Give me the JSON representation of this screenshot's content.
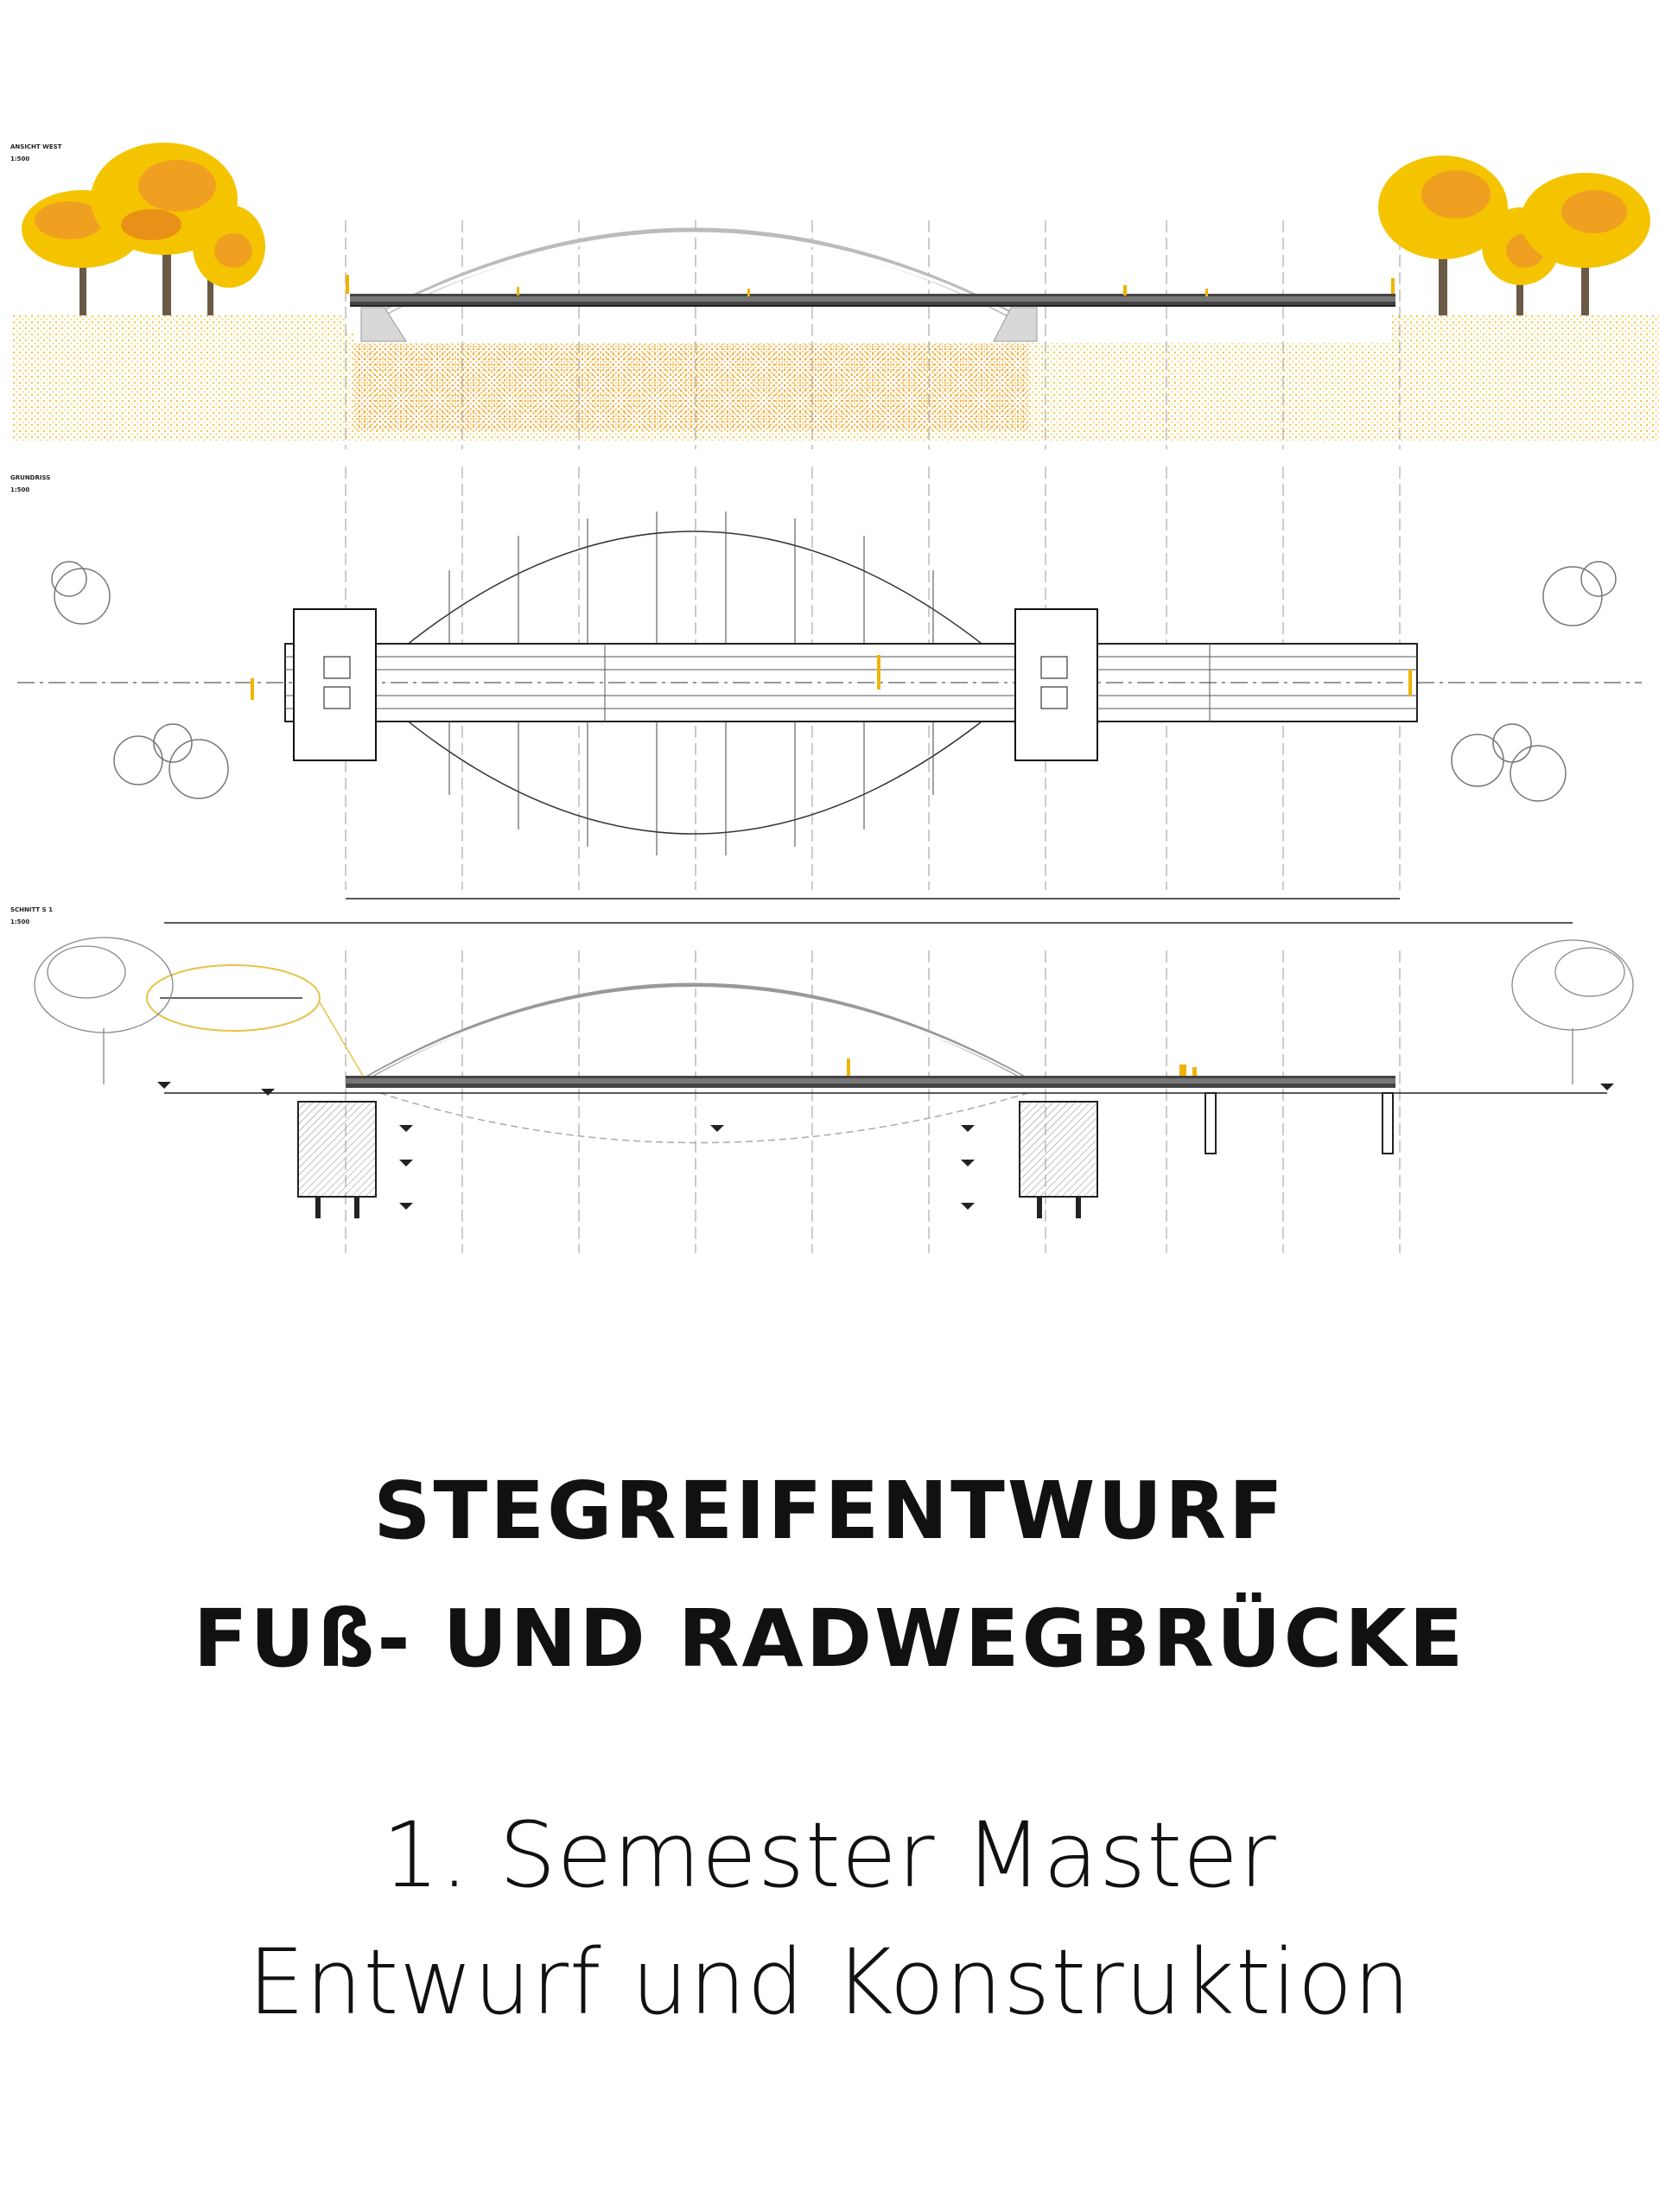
{
  "sheet": {
    "views": [
      {
        "name": "ANSICHT WEST",
        "scale": "1:500"
      },
      {
        "name": "GRUNDRISS",
        "scale": "1:500"
      },
      {
        "name": "SCHNITT S 1",
        "scale": "1:500"
      }
    ]
  },
  "caption": {
    "title_line_1": "STEGREIFENTWURF",
    "title_line_2": "FUß- UND RADWEGBRÜCKE",
    "subtitle_line_1": "1. Semester Master",
    "subtitle_line_2": "Entwurf und Konstruktion"
  },
  "colors": {
    "background": "#ffffff",
    "text": "#111111",
    "foliage_yellow": "#f5c400",
    "foliage_orange": "#f0a020",
    "ground_pattern": "#f3d35a",
    "water_pattern": "#f2b25a",
    "line": "#222222"
  }
}
